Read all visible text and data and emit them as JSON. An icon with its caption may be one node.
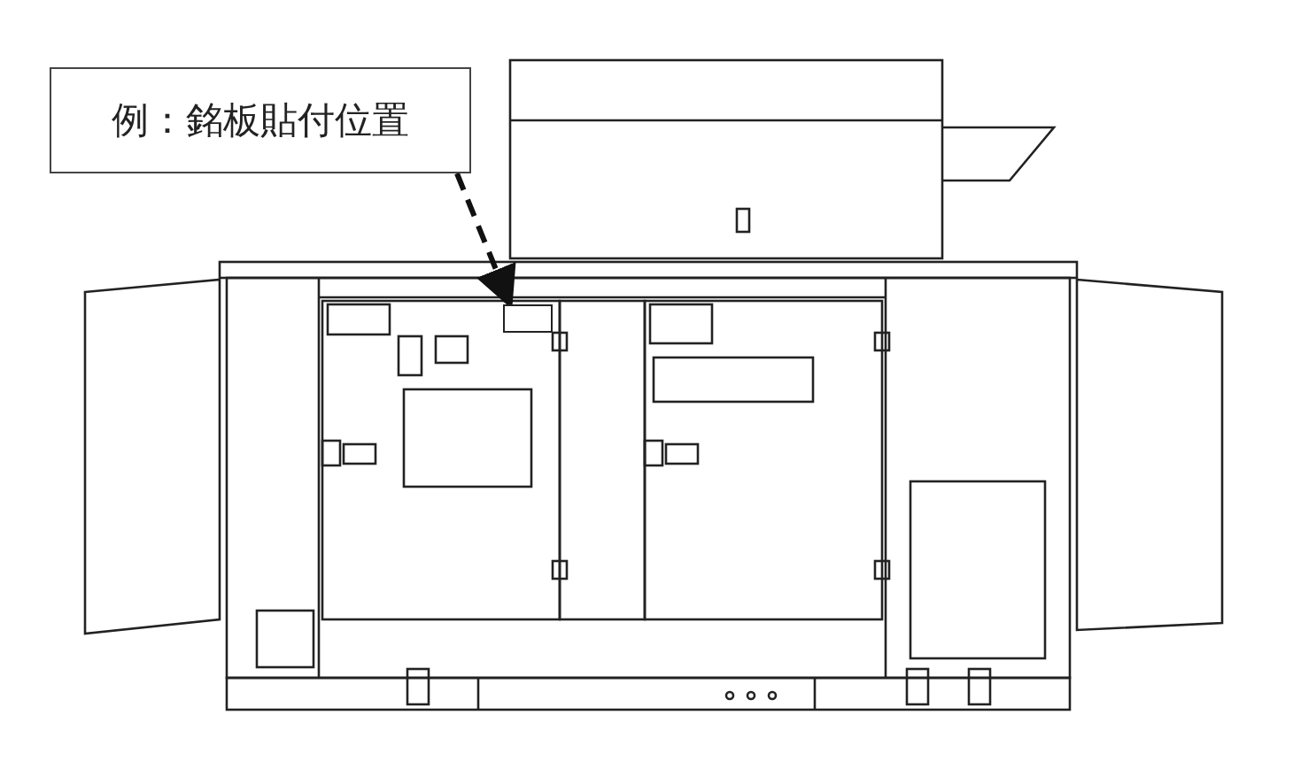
{
  "diagram": {
    "nodes": [
      {
        "text": [
          "例：銘板貼付位置"
        ]
      },
      {
        "text": [],
        "shape": "box"
      }
    ],
    "edges": [
      {
        "from": 0,
        "to": 1,
        "arrow": "to",
        "style": "dashed"
      }
    ]
  }
}
